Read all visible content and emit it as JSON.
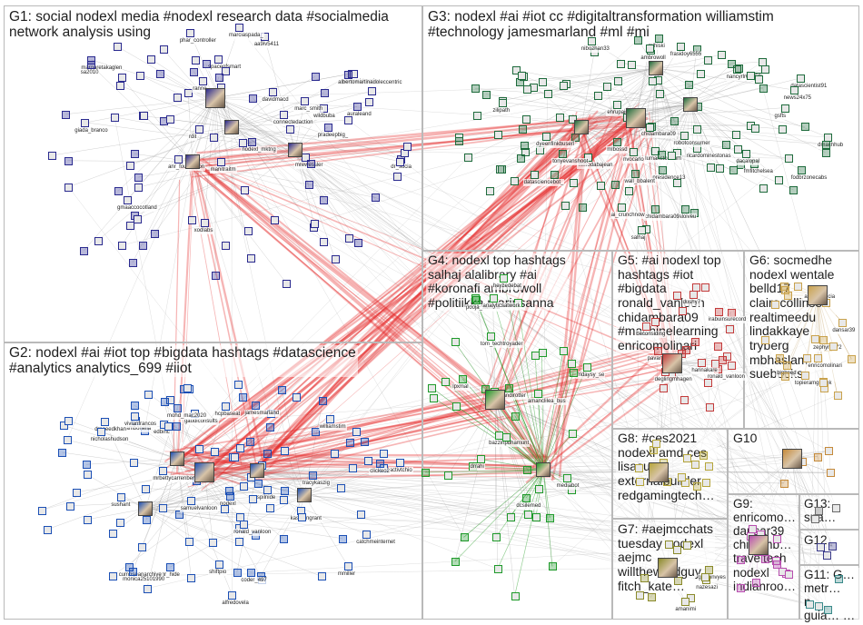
{
  "graph": {
    "groups": [
      {
        "id": "G1",
        "label": "G1: social nodexl media #nodexl research data #socialmedia\nnetwork analysis using",
        "color": "#2a2a8f"
      },
      {
        "id": "G2",
        "label": "G2: nodexl #ai #iot top #bigdata hashtags #datascience\n#analytics analytics_699 #iiot",
        "color": "#1b4fb5"
      },
      {
        "id": "G3",
        "label": "G3: nodexl #ai #iot cc #digitaltransformation williamstim\n#technology jamesmarland #ml #mi",
        "color": "#1e6b3c"
      },
      {
        "id": "G4",
        "label": "G4: nodexl top hashtags\nsalhaj alalibrary #ai\n#koronafi ambrowoll\n#politiikka marinsanna",
        "color": "#1e9a2a"
      },
      {
        "id": "G5",
        "label": "G5: #ai nodexl top\nhashtags #iot\n#bigdata\nronald_vanloon\nchidambara09\n#machinelearning\nenricomolinari",
        "color": "#c33b3b"
      },
      {
        "id": "G6",
        "label": "G6: socmedhe\nnodexl wentale\nbelld17\nclairecollins8\nrealtimeedu\nlindakkaye\ntryberg\nmbhaslam\nsuebecks",
        "color": "#c9a24c"
      },
      {
        "id": "G7",
        "label": "G7: #aejmcchats\ntuesday nodexl\naejmc\nwillthewordguy\nfitch_kate…",
        "color": "#8a8a2a"
      },
      {
        "id": "G8",
        "label": "G8: #ces2021\nnodexl amd ces\nlisasu\nexternalbuilder\nredgamingtech…",
        "color": "#b5a53a"
      },
      {
        "id": "G9",
        "label": "G9:\nenricomo…\ndansar39\nchidamb…\ntraveltech\nnodexl\nindianroo…",
        "color": "#b84fb0"
      },
      {
        "id": "G10",
        "label": "G10",
        "color": "#c58a3a"
      },
      {
        "id": "G11",
        "label": "G11: G…\nmetr… n…\nguia… …",
        "color": "#3a8a8a"
      },
      {
        "id": "G12",
        "label": "G12",
        "color": "#3a3a8a"
      },
      {
        "id": "G13",
        "label": "G13:\nsna…",
        "color": "#6a6a6a"
      }
    ],
    "vertex_labels": [
      "dr_socia",
      "spaceofsmart",
      "rdit",
      "auraleand",
      "davidmacd",
      "phar_controller",
      "nodexl_mktng",
      "gmaaccocotland",
      "wildbuba",
      "pradeepbig_",
      "aa9iv5411",
      "mrewessler",
      "paviovsktmario",
      "manitraitm",
      "connectedaction",
      "margaretakaglen",
      "xodlabs",
      "anr_foundation",
      "albertomartinadoleccentric",
      "marc_smith",
      "ranne",
      "sa2010",
      "marciaspada_",
      "giada_branco",
      "mr_hide",
      "catchmeinternet",
      "hcpbaseat",
      "nodexl",
      "shiftpio",
      "kastyangrant",
      "coder_497",
      "spilnide",
      "alfredovela",
      "ambonelia",
      "vivianfrancos",
      "activtchio",
      "clickeo2",
      "drsaeedkhan",
      "edbinc",
      "cumpseanarchive",
      "samuelvanloon",
      "ronald_vanloon",
      "monica25101990",
      "mrbettycarrenberg",
      "nicholashudson",
      "jamesmarland",
      "williamstim",
      "mmiller",
      "tracykaszig",
      "sushant",
      "gaudiconsults",
      "mohd_mac2020",
      "fodbrzonecabs",
      "ricardominestonas",
      "dmachhub",
      "chidambara09",
      "ambrowoll",
      "salhaj",
      "mlhiski",
      "nancyrlr69459",
      "lumanstoremm",
      "lgaloiveu",
      "dyeenfinkbuserl",
      "gsfts",
      "presidence13",
      "mmodabajean",
      "datasciencebot_",
      "tonyevanshoot",
      "ehrupaid",
      "robotconsumer",
      "chidambara09",
      "nvocarlo",
      "nibozhan33",
      "mlbossd",
      "zilipath",
      "frasidoy6555",
      "fmfitchelsea",
      "datascientist91",
      "dacalopal",
      "wall_bbalent",
      "news24x75",
      "ai_crunchnow",
      "tsandirotter",
      "fridaysy_se",
      "tom_techtroyader",
      "dcsilemed",
      "bazzinpdhamunt",
      "drrahi",
      "pooja_saindia",
      "mediabot",
      "analyticsatwork",
      "lpxmal",
      "heyzedebat",
      "amanclilea_bus",
      "pavanarl",
      "dushy7",
      "beconsiding",
      "ronald_vanloon",
      "deglingmhagen",
      "harinakare",
      "irabuinsurecord",
      "bigheed",
      "enricomolinari",
      "topieramgilcrhk",
      "zephyr9572",
      "dansar39",
      "alavi_francia",
      "ganuinvyes",
      "nazesazi",
      "amanimi"
    ]
  }
}
